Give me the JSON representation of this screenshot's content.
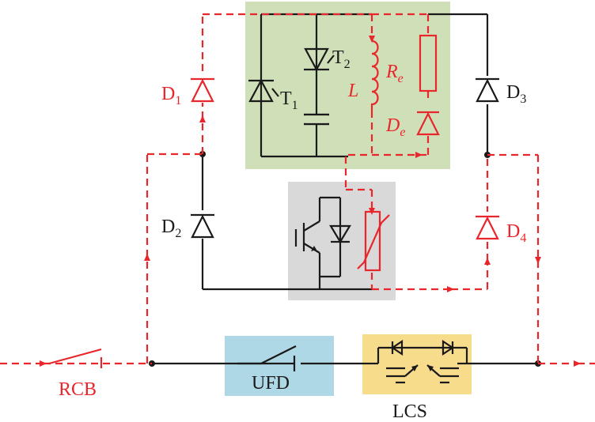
{
  "colors": {
    "wire": "#1a1a1a",
    "current_path": "#e8262b",
    "thyristor_module_bg": "#cfe0b9",
    "igbt_module_bg": "#d9d9d9",
    "ufd_bg": "#aed8e6",
    "lcs_bg": "#f7dc8c"
  },
  "labels": {
    "D1": "D",
    "D1_sub": "1",
    "D2": "D",
    "D2_sub": "2",
    "D3": "D",
    "D3_sub": "3",
    "D4": "D",
    "D4_sub": "4",
    "T1": "T",
    "T1_sub": "1",
    "T2": "T",
    "T2_sub": "2",
    "L": "L",
    "Re": "R",
    "Re_sub": "e",
    "De": "D",
    "De_sub": "e",
    "RCB": "RCB",
    "UFD": "UFD",
    "LCS": "LCS"
  }
}
